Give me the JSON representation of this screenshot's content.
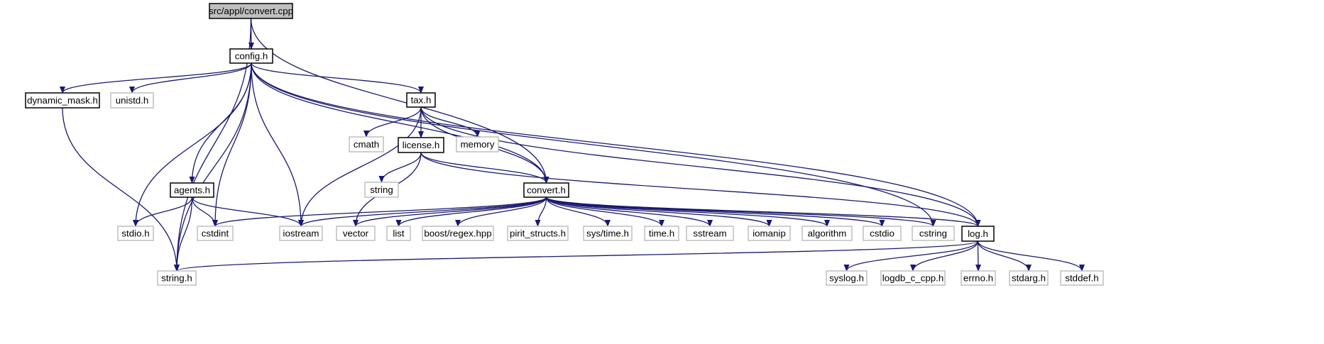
{
  "colors": {
    "edge": "#191970",
    "root_fill": "#bfbfbf",
    "root_border": "#000000",
    "documented_border": "#000000",
    "external_border": "#bfbfbf",
    "text": "#000000"
  },
  "nodes": {
    "convert_cpp": {
      "label": "src/appl/convert.cpp",
      "kind": "root"
    },
    "config_h": {
      "label": "config.h",
      "kind": "documented"
    },
    "dynamic_mask_h": {
      "label": "dynamic_mask.h",
      "kind": "documented"
    },
    "unistd_h": {
      "label": "unistd.h",
      "kind": "external"
    },
    "tax_h": {
      "label": "tax.h",
      "kind": "documented"
    },
    "cmath": {
      "label": "cmath",
      "kind": "external"
    },
    "license_h": {
      "label": "license.h",
      "kind": "documented"
    },
    "memory": {
      "label": "memory",
      "kind": "external"
    },
    "string": {
      "label": "string",
      "kind": "external"
    },
    "agents_h": {
      "label": "agents.h",
      "kind": "documented"
    },
    "convert_h": {
      "label": "convert.h",
      "kind": "documented"
    },
    "stdio_h": {
      "label": "stdio.h",
      "kind": "external"
    },
    "cstdint": {
      "label": "cstdint",
      "kind": "external"
    },
    "iostream": {
      "label": "iostream",
      "kind": "external"
    },
    "vector": {
      "label": "vector",
      "kind": "external"
    },
    "list": {
      "label": "list",
      "kind": "external"
    },
    "boost_regex": {
      "label": "boost/regex.hpp",
      "kind": "external"
    },
    "pirit_structs": {
      "label": "pirit_structs.h",
      "kind": "external"
    },
    "sys_time_h": {
      "label": "sys/time.h",
      "kind": "external"
    },
    "time_h": {
      "label": "time.h",
      "kind": "external"
    },
    "sstream": {
      "label": "sstream",
      "kind": "external"
    },
    "iomanip": {
      "label": "iomanip",
      "kind": "external"
    },
    "algorithm": {
      "label": "algorithm",
      "kind": "external"
    },
    "cstdio": {
      "label": "cstdio",
      "kind": "external"
    },
    "cstring": {
      "label": "cstring",
      "kind": "external"
    },
    "log_h": {
      "label": "log.h",
      "kind": "documented"
    },
    "string_h": {
      "label": "string.h",
      "kind": "external"
    },
    "syslog_h": {
      "label": "syslog.h",
      "kind": "external"
    },
    "logdb": {
      "label": "logdb_c_cpp.h",
      "kind": "external"
    },
    "errno_h": {
      "label": "errno.h",
      "kind": "external"
    },
    "stdarg_h": {
      "label": "stdarg.h",
      "kind": "external"
    },
    "stddef_h": {
      "label": "stddef.h",
      "kind": "external"
    }
  },
  "edges": [
    [
      "convert_cpp",
      "config_h"
    ],
    [
      "convert_cpp",
      "string_h"
    ],
    [
      "convert_cpp",
      "convert_h"
    ],
    [
      "config_h",
      "dynamic_mask_h"
    ],
    [
      "config_h",
      "unistd_h"
    ],
    [
      "config_h",
      "tax_h"
    ],
    [
      "config_h",
      "agents_h"
    ],
    [
      "config_h",
      "stdio_h"
    ],
    [
      "config_h",
      "cstdint"
    ],
    [
      "config_h",
      "iostream"
    ],
    [
      "config_h",
      "string_h"
    ],
    [
      "config_h",
      "convert_h"
    ],
    [
      "config_h",
      "cstring"
    ],
    [
      "config_h",
      "log_h"
    ],
    [
      "dynamic_mask_h",
      "string_h"
    ],
    [
      "tax_h",
      "cmath"
    ],
    [
      "tax_h",
      "license_h"
    ],
    [
      "tax_h",
      "memory"
    ],
    [
      "tax_h",
      "iostream"
    ],
    [
      "tax_h",
      "convert_h"
    ],
    [
      "tax_h",
      "log_h"
    ],
    [
      "license_h",
      "string"
    ],
    [
      "license_h",
      "vector"
    ],
    [
      "license_h",
      "convert_h"
    ],
    [
      "license_h",
      "log_h"
    ],
    [
      "agents_h",
      "stdio_h"
    ],
    [
      "agents_h",
      "cstdint"
    ],
    [
      "agents_h",
      "iostream"
    ],
    [
      "agents_h",
      "string_h"
    ],
    [
      "convert_h",
      "cstdint"
    ],
    [
      "convert_h",
      "iostream"
    ],
    [
      "convert_h",
      "vector"
    ],
    [
      "convert_h",
      "list"
    ],
    [
      "convert_h",
      "boost_regex"
    ],
    [
      "convert_h",
      "pirit_structs"
    ],
    [
      "convert_h",
      "sys_time_h"
    ],
    [
      "convert_h",
      "time_h"
    ],
    [
      "convert_h",
      "sstream"
    ],
    [
      "convert_h",
      "iomanip"
    ],
    [
      "convert_h",
      "algorithm"
    ],
    [
      "convert_h",
      "cstdio"
    ],
    [
      "convert_h",
      "cstring"
    ],
    [
      "convert_h",
      "log_h"
    ],
    [
      "log_h",
      "string_h"
    ],
    [
      "log_h",
      "syslog_h"
    ],
    [
      "log_h",
      "logdb"
    ],
    [
      "log_h",
      "errno_h"
    ],
    [
      "log_h",
      "stdarg_h"
    ],
    [
      "log_h",
      "stddef_h"
    ]
  ]
}
